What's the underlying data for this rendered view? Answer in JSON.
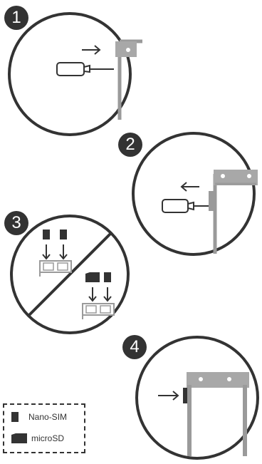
{
  "steps": [
    {
      "number": "1",
      "action": "insert-eject-pin"
    },
    {
      "number": "2",
      "action": "pull-out-card-tray"
    },
    {
      "number": "3",
      "action": "place-cards-in-tray"
    },
    {
      "number": "4",
      "action": "insert-tray-back"
    }
  ],
  "legend": {
    "nano_sim": "Nano-SIM",
    "micro_sd": "microSD"
  },
  "colors": {
    "outline": "#333333",
    "phone_frame": "#9a9a9a",
    "phone_fill": "#a8a8a8",
    "background": "#ffffff"
  }
}
